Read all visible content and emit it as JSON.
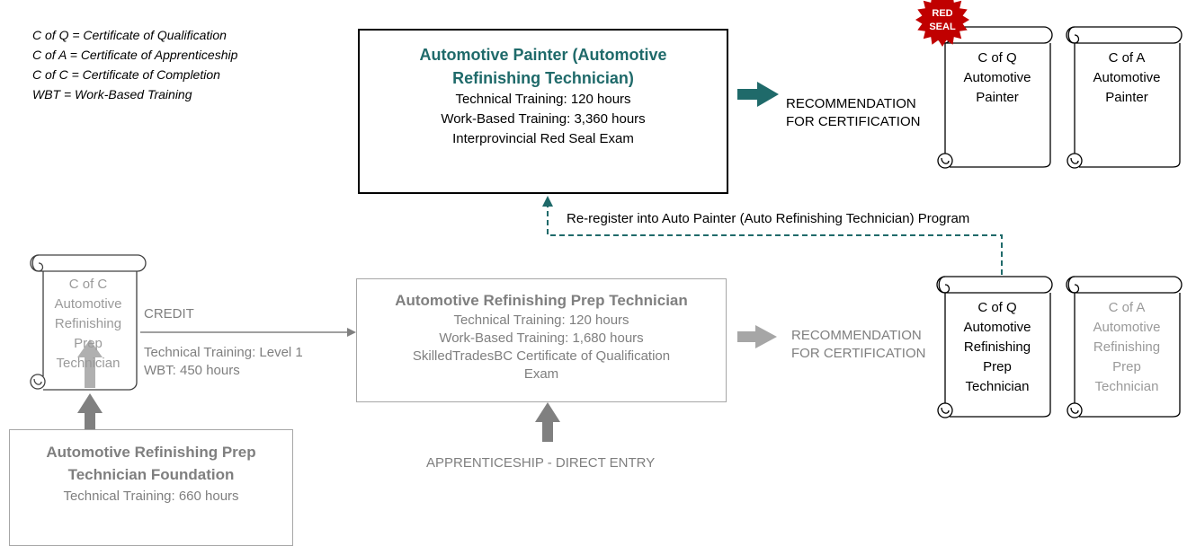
{
  "legend": [
    "C of Q = Certificate of Qualification",
    "C of A = Certificate of Apprenticeship",
    "C of C = Certificate of Completion",
    "WBT = Work-Based Training"
  ],
  "painter_box": {
    "title_line1": "Automotive Painter (Automotive",
    "title_line2": "Refinishing Technician)",
    "line1": "Technical Training:  120 hours",
    "line2": "Work-Based Training: 3,360 hours",
    "line3": "Interprovincial Red Seal Exam"
  },
  "painter_recommendation": {
    "line1": "RECOMMENDATION",
    "line2": "FOR CERTIFICATION"
  },
  "seal": {
    "line1": "RED",
    "line2": "SEAL"
  },
  "painter_cof_q": {
    "line1": "C of Q",
    "line2": "Automotive",
    "line3": "Painter"
  },
  "painter_cof_a": {
    "line1": "C of A",
    "line2": "Automotive",
    "line3": "Painter"
  },
  "reregister": "Re-register into Auto Painter (Auto Refinishing Technician) Program",
  "prep_cof_c": {
    "line1": "C of C",
    "line2": "Automotive",
    "line3": "Refinishing",
    "line4": "Prep",
    "line5": "Technician"
  },
  "credit": {
    "title": "CREDIT",
    "line1": "Technical Training: Level 1",
    "line2": "WBT:  450 hours"
  },
  "prep_box": {
    "title": "Automotive Refinishing Prep Technician",
    "line1": "Technical Training:  120 hours",
    "line2": "Work-Based Training: 1,680 hours",
    "line3": "SkilledTradesBC Certificate of Qualification",
    "line4": "Exam"
  },
  "prep_recommendation": {
    "line1": "RECOMMENDATION",
    "line2": "FOR CERTIFICATION"
  },
  "prep_cof_q": {
    "line1": "C of Q",
    "line2": "Automotive",
    "line3": "Refinishing",
    "line4": "Prep",
    "line5": "Technician"
  },
  "prep_cof_a": {
    "line1": "C of A",
    "line2": "Automotive",
    "line3": "Refinishing",
    "line4": "Prep",
    "line5": "Technician"
  },
  "direct_entry": "APPRENTICESHIP - DIRECT ENTRY",
  "foundation_box": {
    "title_line1": "Automotive Refinishing Prep",
    "title_line2": "Technician Foundation",
    "line1": "Technical Training:  660 hours"
  },
  "colors": {
    "teal": "#1f6a6a",
    "seal_red": "#c00000",
    "gray_text": "#7f7f7f",
    "gray_arrow": "#a6a6a6",
    "dark_gray_arrow": "#808080"
  }
}
